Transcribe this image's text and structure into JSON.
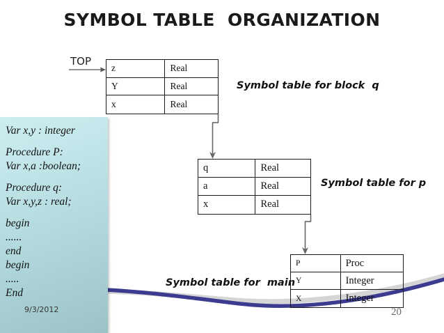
{
  "slide": {
    "title": "SYMBOL TABLE  ORGANIZATION",
    "page_number": "20",
    "timestamp": "9/3/2012"
  },
  "colors": {
    "title": "#1a1a1a",
    "code_box_light": "#cdeef0",
    "code_box_dark": "#9cc3c6",
    "wave_navy": "#3b3b8f",
    "wave_gray": "#d4d4d4",
    "table_border": "#1a1a1a",
    "arrow": "#555555",
    "page_number": "#6e6e6e"
  },
  "code_box": {
    "lines": [
      "Var x,y : integer",
      "",
      "Procedure P:",
      "Var x,a :boolean;",
      "",
      "Procedure q:",
      "Var x,y,z : real;",
      "",
      "begin",
      "......",
      "end",
      "begin",
      ".....",
      "End"
    ]
  },
  "pointer": {
    "top_label": "TOP"
  },
  "tables": [
    {
      "id": "table-q",
      "caption": "Symbol table for block  q",
      "rows": [
        {
          "name": "z",
          "type": "Real"
        },
        {
          "name": "Y",
          "type": "Real"
        },
        {
          "name": "x",
          "type": "Real"
        }
      ]
    },
    {
      "id": "table-p",
      "caption": "Symbol table for p",
      "rows": [
        {
          "name": "q",
          "type": "Real"
        },
        {
          "name": "a",
          "type": "Real"
        },
        {
          "name": "x",
          "type": "Real"
        }
      ]
    },
    {
      "id": "table-main",
      "caption": "Symbol table for  main",
      "rows": [
        {
          "name": "P",
          "type": "Proc"
        },
        {
          "name": "Y",
          "type": "Integer"
        },
        {
          "name": "X",
          "type": "Integer"
        }
      ]
    }
  ]
}
